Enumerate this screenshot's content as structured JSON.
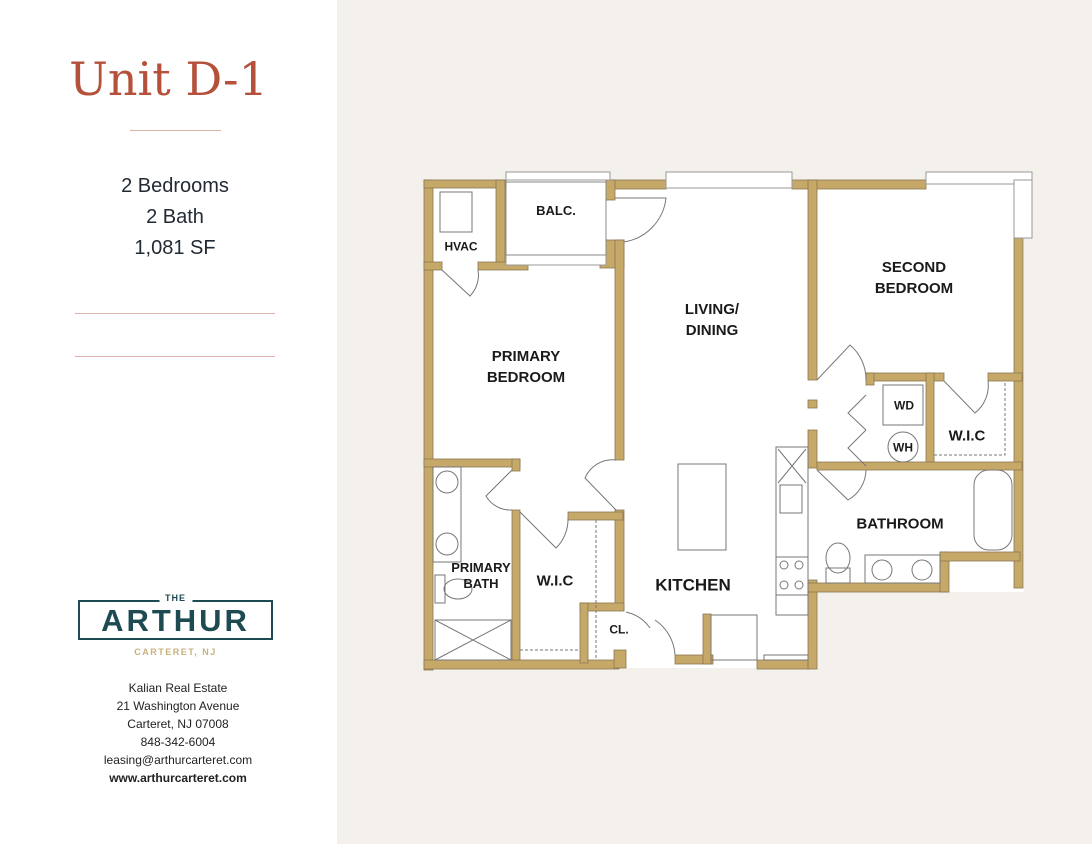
{
  "unit": {
    "title": "Unit D-1",
    "bedrooms": "2 Bedrooms",
    "baths": "2 Bath",
    "area": "1,081 SF"
  },
  "logo": {
    "the": "THE",
    "name": "ARTHUR",
    "location": "CARTERET, NJ"
  },
  "contact": {
    "company": "Kalian Real Estate",
    "street": "21 Washington Avenue",
    "city": "Carteret, NJ 07008",
    "phone": "848-342-6004",
    "email": "leasing@arthurcarteret.com",
    "website": "www.arthurcarteret.com"
  },
  "floorplan": {
    "rooms": {
      "hvac": "HVAC",
      "balcony": "BALC.",
      "living_line1": "LIVING/",
      "living_line2": "DINING",
      "primary_bedroom_line1": "PRIMARY",
      "primary_bedroom_line2": "BEDROOM",
      "second_bedroom_line1": "SECOND",
      "second_bedroom_line2": "BEDROOM",
      "wd": "WD",
      "wh": "WH",
      "wic_second": "W.I.C",
      "bathroom": "BATHROOM",
      "primary_bath_line1": "PRIMARY",
      "primary_bath_line2": "BATH",
      "wic_primary": "W.I.C",
      "kitchen": "KITCHEN",
      "closet": "CL."
    },
    "colors": {
      "wall": "#c6a868",
      "wall_outline": "#7a6a4a",
      "title": "#b5503a",
      "logo": "#1e4a52",
      "logo_sub": "#c8b27c"
    }
  }
}
